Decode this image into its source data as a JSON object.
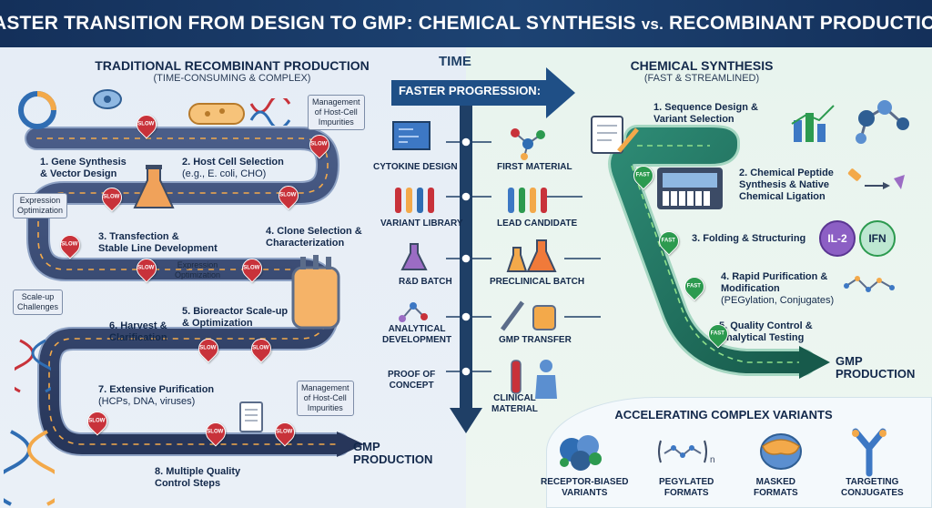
{
  "title": {
    "main": "FASTER TRANSITION FROM DESIGN TO GMP: CHEMICAL SYNTHESIS",
    "vs": "vs.",
    "end": "RECOMBINANT PRODUCTION"
  },
  "left": {
    "heading": "TRADITIONAL RECOMBINANT PRODUCTION",
    "subheading": "(TIME-CONSUMING & COMPLEX)",
    "steps": [
      {
        "label": "1. Gene Synthesis",
        "label2": "& Vector Design",
        "detail": ""
      },
      {
        "label": "2. Host Cell Selection",
        "label2": "",
        "detail": "(e.g., E. coli, CHO)"
      },
      {
        "label": "3. Transfection &",
        "label2": "Stable Line Development",
        "detail": ""
      },
      {
        "label": "4. Clone Selection &",
        "label2": "Characterization",
        "detail": ""
      },
      {
        "label": "5. Bioreactor Scale-up",
        "label2": "& Optimization",
        "detail": ""
      },
      {
        "label": "6. Harvest &",
        "label2": "Clarification",
        "detail": ""
      },
      {
        "label": "7. Extensive Purification",
        "label2": "",
        "detail": "(HCPs, DNA, viruses)"
      },
      {
        "label": "8. Multiple Quality",
        "label2": "Control Steps",
        "detail": ""
      }
    ],
    "callouts": {
      "impurities_top": [
        "Management",
        "of Host-Cell",
        "Impurities"
      ],
      "expression_left": [
        "Expression",
        "Optimization"
      ],
      "expression_mid": [
        "Expression",
        "Optimization"
      ],
      "scaleup": [
        "Scale-up",
        "Challenges"
      ],
      "impurities_bottom": [
        "Management",
        "of Host-Cell",
        "Impurities"
      ]
    },
    "slow_label": "SLOW",
    "gmp": [
      "GMP",
      "PRODUCTION"
    ]
  },
  "timeline": {
    "time_label": "TIME",
    "progression_label": "FASTER PROGRESSION:",
    "rows": [
      {
        "left": "CYTOKINE DESIGN",
        "right": "FIRST MATERIAL"
      },
      {
        "left": "VARIANT LIBRARY",
        "right": "LEAD CANDIDATE"
      },
      {
        "left": "R&D BATCH",
        "right": "PRECLINICAL BATCH"
      },
      {
        "left": "ANALYTICAL\nDEVELOPMENT",
        "right": "GMP TRANSFER"
      },
      {
        "left": "PROOF OF\nCONCEPT",
        "right": "CLINICAL\nMATERIAL"
      }
    ]
  },
  "right": {
    "heading": "CHEMICAL SYNTHESIS",
    "subheading": "(FAST & STREAMLINED)",
    "steps": [
      {
        "label": "1. Sequence Design &",
        "label2": "Variant Selection",
        "detail": ""
      },
      {
        "label": "2. Chemical Peptide",
        "label2": "Synthesis & Native",
        "label3": "Chemical Ligation",
        "detail": ""
      },
      {
        "label": "3. Folding & Structuring",
        "label2": "",
        "detail": ""
      },
      {
        "label": "4. Rapid Purification &",
        "label2": "Modification",
        "detail": "(PEGylation, Conjugates)"
      },
      {
        "label": "5. Quality Control &",
        "label2": "Analytical Testing",
        "detail": ""
      }
    ],
    "badges": [
      "IL-2",
      "IFN"
    ],
    "fast_label": "FAST",
    "gmp": [
      "GMP",
      "PRODUCTION"
    ]
  },
  "variants": {
    "heading": "ACCELERATING COMPLEX VARIANTS",
    "items": [
      {
        "line1": "RECEPTOR-BIASED",
        "line2": "VARIANTS",
        "icon": "protein-cluster-icon"
      },
      {
        "line1": "PEGYLATED",
        "line2": "FORMATS",
        "icon": "peg-chain-icon"
      },
      {
        "line1": "MASKED",
        "line2": "FORMATS",
        "icon": "mask-icon"
      },
      {
        "line1": "TARGETING",
        "line2": "CONJUGATES",
        "icon": "antibody-icon"
      }
    ],
    "peg_subscript": "n"
  },
  "colors": {
    "banner": "#14305a",
    "road": "#2f3f63",
    "road_dash": "#f3a94a",
    "fast_road": "#1f6a5c",
    "fast_dash": "#8fe08a",
    "slow_pin": "#c8323a",
    "fast_pin": "#2c9a4f",
    "time_arrow": "#1f3f66"
  }
}
